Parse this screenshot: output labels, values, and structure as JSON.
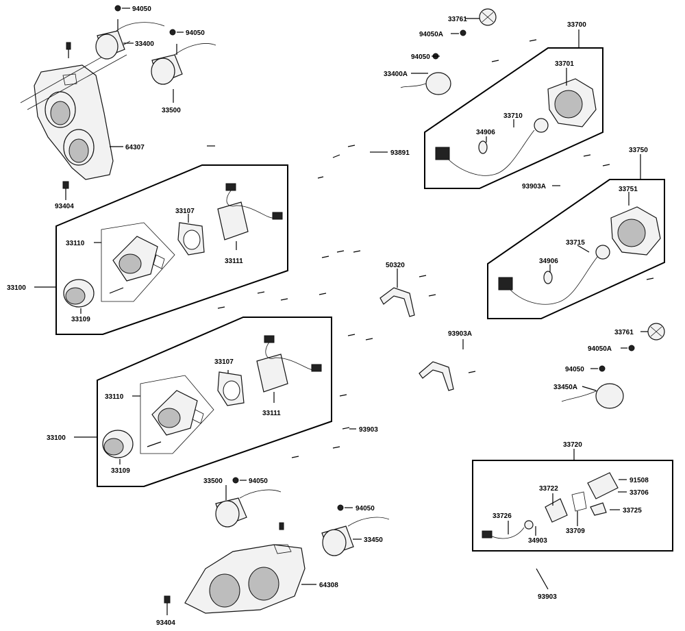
{
  "diagram": {
    "labels": [
      "94050",
      "94050",
      "33400",
      "33500",
      "64307",
      "93404",
      "33761",
      "94050A",
      "33700",
      "94050",
      "33400A",
      "33701",
      "33710",
      "34906",
      "93891",
      "33750",
      "93903A",
      "33751",
      "33107",
      "33110",
      "33111",
      "33100",
      "33109",
      "33715",
      "34906",
      "50320",
      "93903A",
      "33761",
      "94050A",
      "94050",
      "33450A",
      "33107",
      "33110",
      "33111",
      "33100",
      "33109",
      "93903",
      "33720",
      "33500",
      "94050",
      "91508",
      "33706",
      "33722",
      "33725",
      "33726",
      "33709",
      "94050",
      "34903",
      "33450",
      "64308",
      "93903",
      "93404"
    ]
  }
}
